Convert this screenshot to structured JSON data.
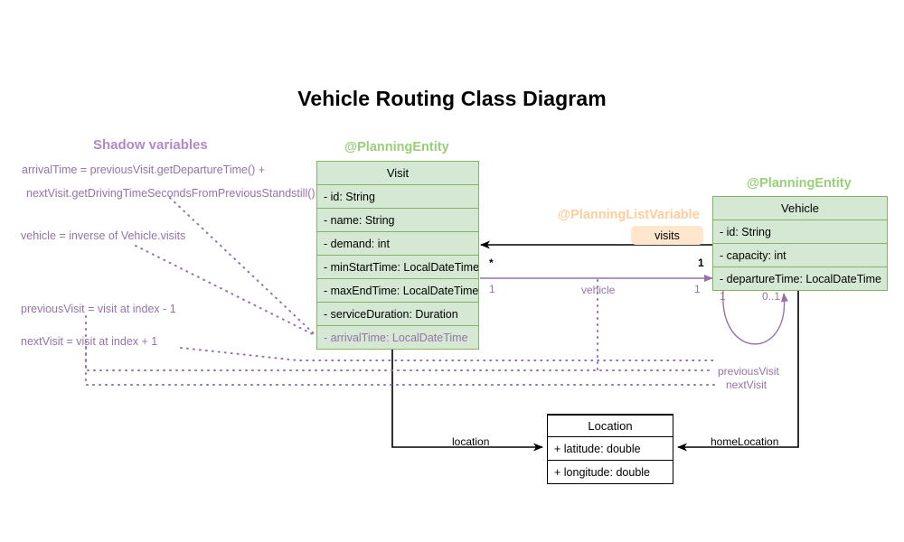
{
  "title": "Vehicle Routing Class Diagram",
  "colors": {
    "entity_fill": "#d5e8d4",
    "entity_stroke": "#82b366",
    "stereotype_green": "#97d077",
    "stereotype_orange": "#ffcd9b",
    "shadow_purple": "#9673a6",
    "badge_fill": "#ffe6cc",
    "plain_stroke": "#000000"
  },
  "stereotypes": {
    "visit": "@PlanningEntity",
    "vehicle": "@PlanningEntity",
    "list_variable": "@PlanningListVariable"
  },
  "sections": {
    "shadow_variables_title": "Shadow variables"
  },
  "classes": {
    "visit": {
      "name": "Visit",
      "attributes": [
        {
          "text": "- id: String",
          "shadow": false
        },
        {
          "text": "- name: String",
          "shadow": false
        },
        {
          "text": "- demand: int",
          "shadow": false
        },
        {
          "text": "- minStartTime: LocalDateTime",
          "shadow": false
        },
        {
          "text": "- maxEndTime: LocalDateTime",
          "shadow": false
        },
        {
          "text": "- serviceDuration: Duration",
          "shadow": false
        },
        {
          "text": "- arrivalTime: LocalDateTime",
          "shadow": true
        }
      ]
    },
    "vehicle": {
      "name": "Vehicle",
      "attributes": [
        {
          "text": "- id: String",
          "shadow": false
        },
        {
          "text": "- capacity: int",
          "shadow": false
        },
        {
          "text": "- departureTime: LocalDateTime",
          "shadow": false
        }
      ]
    },
    "location": {
      "name": "Location",
      "attributes": [
        {
          "text": "+ latitude: double",
          "shadow": false
        },
        {
          "text": "+ longitude: double",
          "shadow": false
        }
      ]
    }
  },
  "shadow_notes": [
    "arrivalTime = previousVisit.getDepartureTime() +",
    "nextVisit.getDrivingTimeSecondsFromPreviousStandstill()",
    "vehicle = inverse of Vehicle.visits",
    "previousVisit = visit at index - 1",
    "nextVisit = visit at index + 1"
  ],
  "edges": {
    "visits": {
      "label": "visits",
      "source_multiplicity": "*",
      "target_multiplicity": "1"
    },
    "vehicle": {
      "label": "vehicle",
      "source_multiplicity": "1",
      "target_multiplicity": "1"
    },
    "self_loop": {
      "left_multiplicity": "1",
      "right_multiplicity": "0..1"
    },
    "previous_visit": {
      "label": "previousVisit"
    },
    "next_visit": {
      "label": "nextVisit"
    },
    "location": {
      "label": "location"
    },
    "home_location": {
      "label": "homeLocation"
    }
  }
}
